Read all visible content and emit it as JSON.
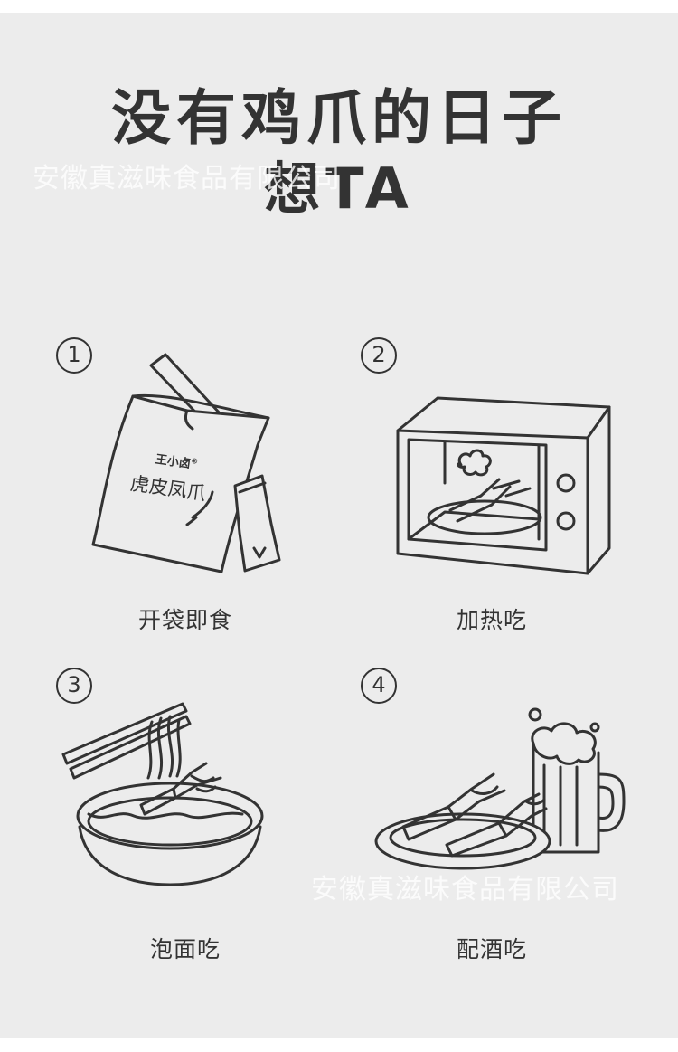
{
  "headline": {
    "line1": "没有鸡爪的日子",
    "line2": "想TA"
  },
  "watermark": "安徽真滋味食品有限公司",
  "steps": [
    {
      "number": "1",
      "label": "开袋即食"
    },
    {
      "number": "2",
      "label": "加热吃"
    },
    {
      "number": "3",
      "label": "泡面吃"
    },
    {
      "number": "4",
      "label": "配酒吃"
    }
  ],
  "bag": {
    "brand": "王小卤",
    "trademark": "®",
    "product": "虎皮凤爪"
  },
  "colors": {
    "background": "#ececec",
    "line": "#333333"
  }
}
